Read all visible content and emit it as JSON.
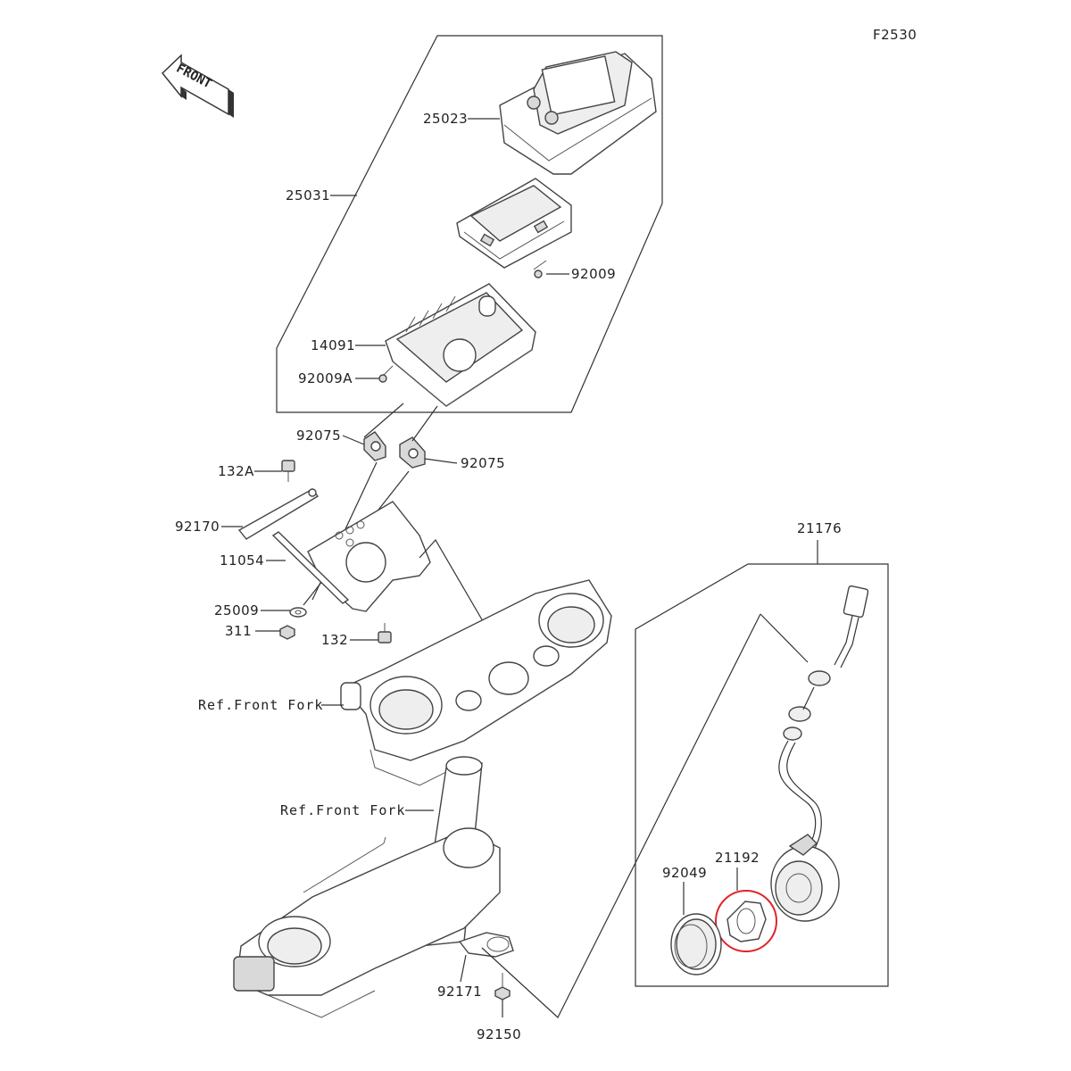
{
  "figure_code": "F2530",
  "front_label": "FRONT",
  "labels": {
    "p25023": "25023",
    "p25031": "25031",
    "p92009": "92009",
    "p14091": "14091",
    "p92009A": "92009A",
    "p92075_l": "92075",
    "p92075_r": "92075",
    "p132A": "132A",
    "p92170": "92170",
    "p11054": "11054",
    "p25009": "25009",
    "p311": "311",
    "p132": "132",
    "ref_fork_upper": "Ref.Front Fork",
    "ref_fork_lower": "Ref.Front Fork",
    "p92171": "92171",
    "p92150": "92150",
    "p21176": "21176",
    "p21192": "21192",
    "p92049": "92049"
  },
  "highlight_color": "#e0242a"
}
